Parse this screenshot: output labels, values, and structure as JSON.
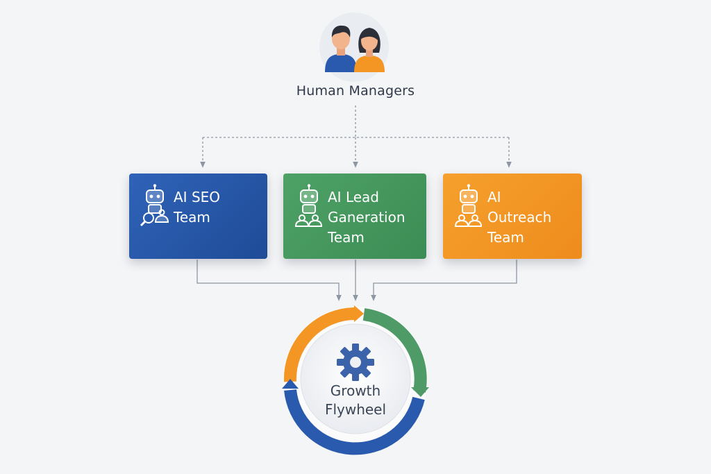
{
  "managers": {
    "label": "Human Managers",
    "icon": "people-icon"
  },
  "teams": [
    {
      "label": "AI SEO\nTeam",
      "icon": "robot-search-icon",
      "color": "#2a5aad"
    },
    {
      "label": "AI Lead\nGaneration\nTeam",
      "icon": "robot-people-icon",
      "color": "#469a5e"
    },
    {
      "label": "AI\nOutreach\nTeam",
      "icon": "robot-people-icon",
      "color": "#f39624"
    }
  ],
  "flywheel": {
    "label": "Growth\nFlywheel",
    "icon": "gear-icon",
    "segment_colors": [
      "#f39624",
      "#4f9b67",
      "#2a5aad"
    ]
  },
  "connector_color": "#8d96a3"
}
